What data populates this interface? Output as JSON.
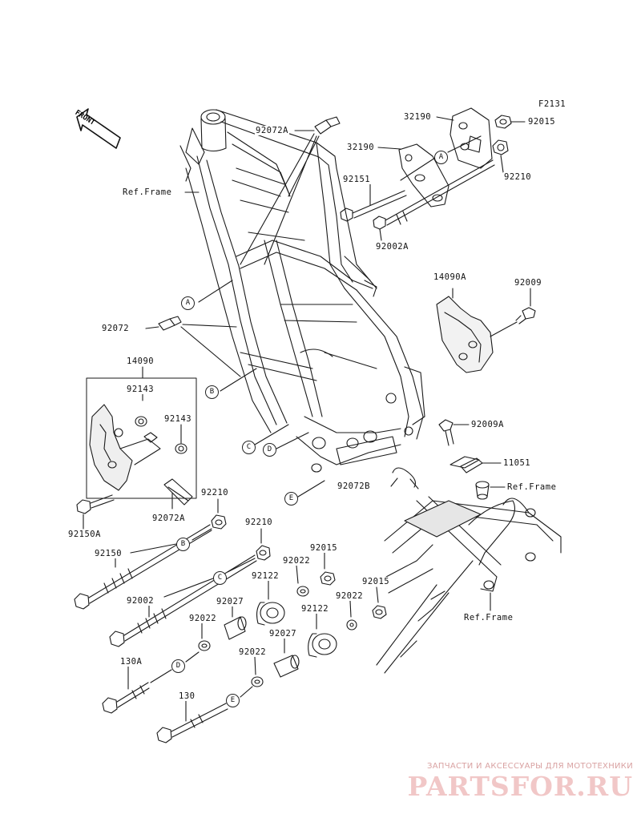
{
  "figure_code": "F2131",
  "front_label": "FRONT",
  "parts": {
    "p92072A_top": "92072A",
    "p32190_a": "32190",
    "p92015_a": "92015",
    "p32190_b": "32190",
    "p92151": "92151",
    "p92210_a": "92210",
    "p92002A": "92002A",
    "ref_frame_1": "Ref.Frame",
    "p14090A": "14090A",
    "p92009": "92009",
    "p92072": "92072",
    "p14090": "14090",
    "p92143_a": "92143",
    "p92143_b": "92143",
    "p92009A": "92009A",
    "p11051": "11051",
    "ref_frame_2": "Ref.Frame",
    "p92072B": "92072B",
    "p92210_b": "92210",
    "p92072A_low": "92072A",
    "p92150A": "92150A",
    "p92210_c": "92210",
    "p92150": "92150",
    "p92015_b": "92015",
    "p92022_a": "92022",
    "p92122_a": "92122",
    "p92002": "92002",
    "p92027_a": "92027",
    "p92015_c": "92015",
    "p92022_b": "92022",
    "p92122_b": "92122",
    "p92022_c": "92022",
    "ref_frame_3": "Ref.Frame",
    "p92027_b": "92027",
    "p130A": "130A",
    "p92022_d": "92022",
    "p130": "130"
  },
  "callouts": {
    "A1": "A",
    "A2": "A",
    "B1": "B",
    "B2": "B",
    "C1": "C",
    "C2": "C",
    "D1": "D",
    "D2": "D",
    "E1": "E",
    "E2": "E"
  },
  "watermark": {
    "line": "ЗАПЧАСТИ И АКСЕССУАРЫ ДЛЯ МОТОТЕХНИКИ",
    "logo": "PARTSFOR.RU"
  }
}
